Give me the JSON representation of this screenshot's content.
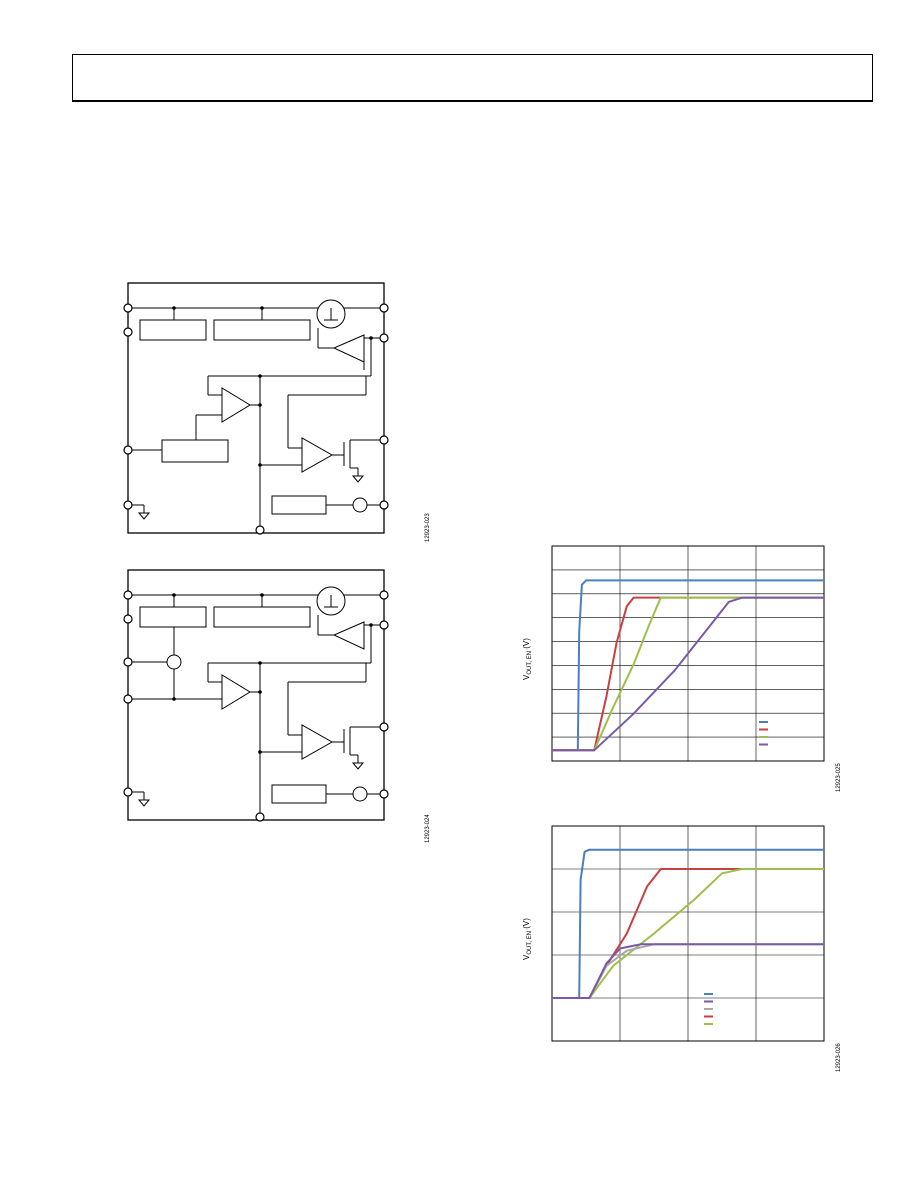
{
  "figures": {
    "block1": {
      "id": "12923-023"
    },
    "block2": {
      "id": "12923-024"
    },
    "plot1": {
      "id": "12923-025"
    },
    "plot2": {
      "id": "12923-026"
    }
  },
  "chart_data": [
    {
      "type": "line",
      "ylabel_main": "V",
      "ylabel_sub": "OUT, EN",
      "ylabel_unit": " (V)",
      "grid": true,
      "x_divisions": 4,
      "y_divisions": 9,
      "series": [
        {
          "color": "#4a7fc1",
          "points": [
            [
              0,
              0.05
            ],
            [
              0.38,
              0.05
            ],
            [
              0.4,
              0.6
            ],
            [
              0.44,
              0.82
            ],
            [
              0.5,
              0.84
            ],
            [
              4,
              0.84
            ]
          ]
        },
        {
          "color": "#c84040",
          "points": [
            [
              0,
              0.05
            ],
            [
              0.62,
              0.05
            ],
            [
              0.8,
              0.3
            ],
            [
              0.95,
              0.55
            ],
            [
              1.1,
              0.72
            ],
            [
              1.2,
              0.76
            ],
            [
              4,
              0.76
            ]
          ]
        },
        {
          "color": "#9cc04a",
          "points": [
            [
              0,
              0.05
            ],
            [
              0.62,
              0.05
            ],
            [
              0.9,
              0.25
            ],
            [
              1.2,
              0.45
            ],
            [
              1.45,
              0.65
            ],
            [
              1.6,
              0.76
            ],
            [
              4,
              0.76
            ]
          ]
        },
        {
          "color": "#7a5aa8",
          "points": [
            [
              0,
              0.05
            ],
            [
              0.62,
              0.05
            ],
            [
              1.2,
              0.22
            ],
            [
              1.8,
              0.42
            ],
            [
              2.3,
              0.62
            ],
            [
              2.6,
              0.74
            ],
            [
              2.8,
              0.76
            ],
            [
              4,
              0.76
            ]
          ]
        }
      ],
      "legend_colors": [
        "#4a7fc1",
        "#c84040",
        "#9cc04a",
        "#7a5aa8"
      ]
    },
    {
      "type": "line",
      "ylabel_main": "V",
      "ylabel_sub": "OUT, EN",
      "ylabel_unit": " (V)",
      "grid": true,
      "x_divisions": 4,
      "y_divisions": 5,
      "series": [
        {
          "color": "#4a7fc1",
          "points": [
            [
              0,
              0.2
            ],
            [
              0.4,
              0.2
            ],
            [
              0.42,
              0.75
            ],
            [
              0.48,
              0.88
            ],
            [
              0.55,
              0.89
            ],
            [
              4,
              0.89
            ]
          ]
        },
        {
          "color": "#c84040",
          "points": [
            [
              0,
              0.2
            ],
            [
              0.55,
              0.2
            ],
            [
              0.8,
              0.35
            ],
            [
              1.1,
              0.5
            ],
            [
              1.4,
              0.72
            ],
            [
              1.6,
              0.8
            ],
            [
              4,
              0.8
            ]
          ]
        },
        {
          "color": "#9cc04a",
          "points": [
            [
              0,
              0.2
            ],
            [
              0.55,
              0.2
            ],
            [
              0.9,
              0.35
            ],
            [
              1.5,
              0.5
            ],
            [
              2.1,
              0.66
            ],
            [
              2.5,
              0.78
            ],
            [
              2.8,
              0.8
            ],
            [
              4,
              0.8
            ]
          ]
        },
        {
          "color": "#a8a8a8",
          "points": [
            [
              0,
              0.2
            ],
            [
              0.55,
              0.2
            ],
            [
              0.8,
              0.35
            ],
            [
              1.1,
              0.42
            ],
            [
              1.5,
              0.45
            ],
            [
              4,
              0.45
            ]
          ]
        },
        {
          "color": "#7a5aa8",
          "points": [
            [
              0,
              0.2
            ],
            [
              0.55,
              0.2
            ],
            [
              0.8,
              0.36
            ],
            [
              1.0,
              0.43
            ],
            [
              1.3,
              0.45
            ],
            [
              4,
              0.45
            ]
          ]
        }
      ],
      "legend_colors": [
        "#4a7fc1",
        "#7a5aa8",
        "#a8a8a8",
        "#c84040",
        "#9cc04a"
      ]
    }
  ]
}
